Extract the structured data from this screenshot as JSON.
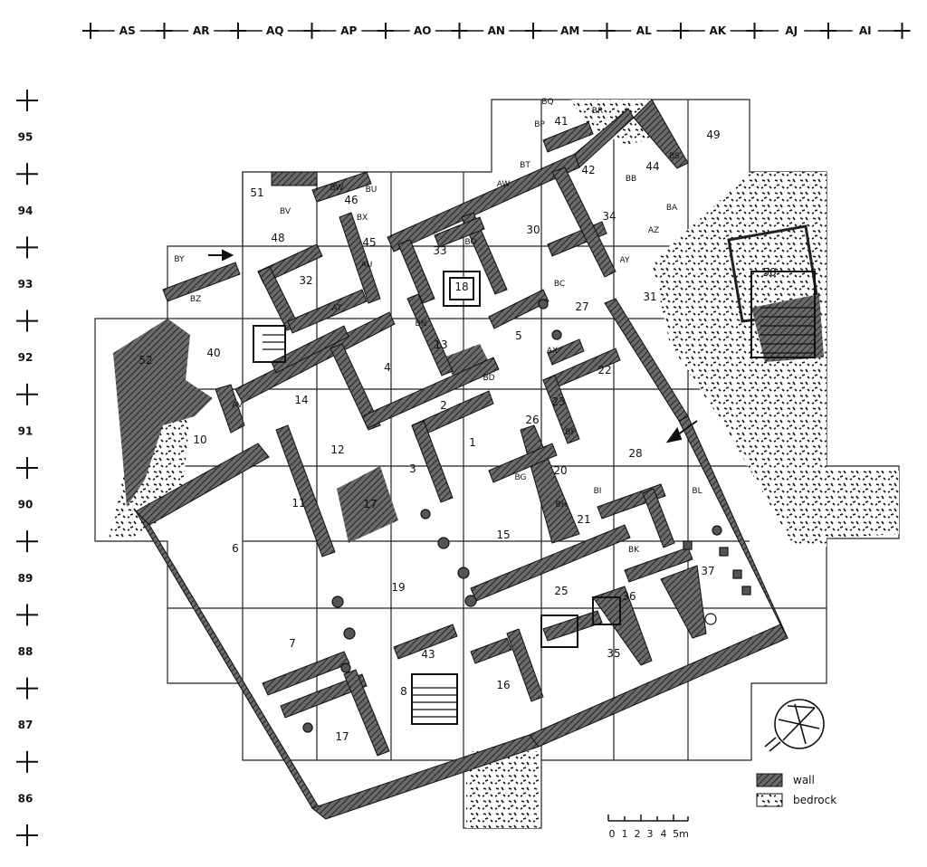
{
  "grid": {
    "columns": [
      "AS",
      "AR",
      "AQ",
      "AP",
      "AO",
      "AN",
      "AM",
      "AL",
      "AK",
      "AJ",
      "AI"
    ],
    "rows": [
      "95",
      "94",
      "93",
      "92",
      "91",
      "90",
      "89",
      "88",
      "87",
      "86"
    ]
  },
  "rooms": [
    {
      "id": "1",
      "label": "1"
    },
    {
      "id": "2",
      "label": "2"
    },
    {
      "id": "3",
      "label": "3"
    },
    {
      "id": "4",
      "label": "4"
    },
    {
      "id": "5",
      "label": "5"
    },
    {
      "id": "6",
      "label": "6"
    },
    {
      "id": "7",
      "label": "7"
    },
    {
      "id": "8",
      "label": "8"
    },
    {
      "id": "10",
      "label": "10"
    },
    {
      "id": "11",
      "label": "11"
    },
    {
      "id": "12",
      "label": "12"
    },
    {
      "id": "13",
      "label": "13"
    },
    {
      "id": "14",
      "label": "14"
    },
    {
      "id": "15",
      "label": "15"
    },
    {
      "id": "16",
      "label": "16"
    },
    {
      "id": "17a",
      "label": "17"
    },
    {
      "id": "17b",
      "label": "17"
    },
    {
      "id": "18",
      "label": "18"
    },
    {
      "id": "19",
      "label": "19"
    },
    {
      "id": "20",
      "label": "20"
    },
    {
      "id": "21",
      "label": "21"
    },
    {
      "id": "22",
      "label": "22"
    },
    {
      "id": "23",
      "label": "23"
    },
    {
      "id": "25",
      "label": "25"
    },
    {
      "id": "26",
      "label": "26"
    },
    {
      "id": "27",
      "label": "27"
    },
    {
      "id": "28",
      "label": "28"
    },
    {
      "id": "30",
      "label": "30"
    },
    {
      "id": "31",
      "label": "31"
    },
    {
      "id": "32",
      "label": "32"
    },
    {
      "id": "33",
      "label": "33"
    },
    {
      "id": "34",
      "label": "34"
    },
    {
      "id": "35",
      "label": "35"
    },
    {
      "id": "36",
      "label": "36"
    },
    {
      "id": "37",
      "label": "37"
    },
    {
      "id": "40",
      "label": "40"
    },
    {
      "id": "41",
      "label": "41"
    },
    {
      "id": "42",
      "label": "42"
    },
    {
      "id": "43",
      "label": "43"
    },
    {
      "id": "44",
      "label": "44"
    },
    {
      "id": "45",
      "label": "45"
    },
    {
      "id": "46",
      "label": "46"
    },
    {
      "id": "48",
      "label": "48"
    },
    {
      "id": "49",
      "label": "49"
    },
    {
      "id": "50",
      "label": "50"
    },
    {
      "id": "51",
      "label": "51"
    },
    {
      "id": "52",
      "label": "52"
    }
  ],
  "walls_labels": [
    "BV",
    "BW",
    "BX",
    "BY",
    "BZ",
    "AT",
    "AU",
    "AV",
    "AW",
    "AX",
    "AY",
    "AZ",
    "BA",
    "BB",
    "BC",
    "BD",
    "BF",
    "BG",
    "BH",
    "BI",
    "BK",
    "BL",
    "BN",
    "BO",
    "BP",
    "BQ",
    "BR",
    "BS",
    "BT",
    "BU"
  ],
  "legend": {
    "wall": "wall",
    "bedrock": "bedrock",
    "wall_color": "#4a4a4a",
    "bedrock_color": "#1a1a1a"
  },
  "scale": {
    "ticks": [
      "0",
      "1",
      "2",
      "3",
      "4",
      "5m"
    ]
  },
  "north_arrow": "north-arrow-icon"
}
